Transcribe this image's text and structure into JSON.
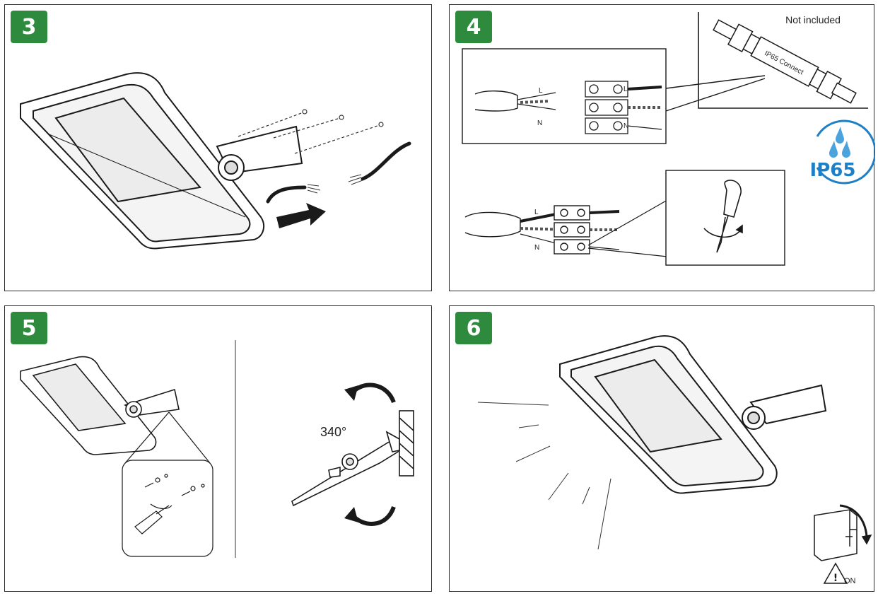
{
  "theme": {
    "step_badge_color": "#2e8b3e",
    "ip_badge_color": "#1f7fc4"
  },
  "steps": [
    {
      "number": "3"
    },
    {
      "number": "4",
      "not_included": "Not included",
      "connector_label": "IP65 Connect",
      "ip_rating": "IP65",
      "wire_labels": [
        "L",
        "N"
      ],
      "terminal_labels": [
        "L",
        "N"
      ]
    },
    {
      "number": "5",
      "rotation_angle": "340°"
    },
    {
      "number": "6",
      "switch_state": "ON",
      "warning_symbol": "!"
    }
  ]
}
